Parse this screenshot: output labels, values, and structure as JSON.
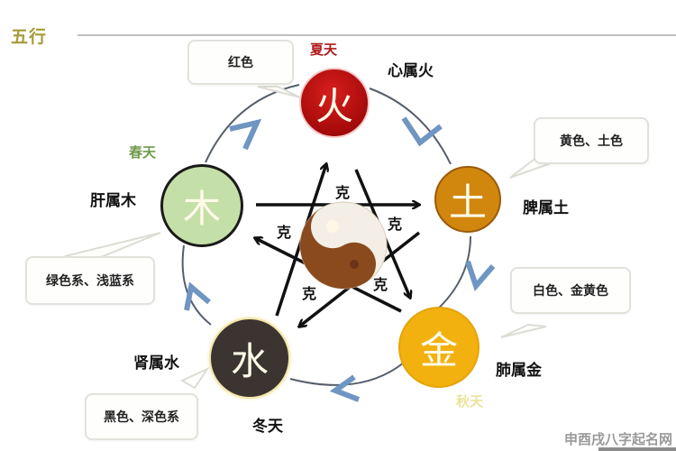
{
  "title": "五行",
  "watermark": "申酉戌八字起名网",
  "center_symbol": "yin-yang-icon",
  "overcome_label": "克",
  "colors": {
    "fire": "#b30d0d",
    "earth": "#d1870e",
    "metal": "#f2b10f",
    "water": "#3b3431",
    "wood": "#c5dfa8",
    "cycle_arrow": "#6f95c2",
    "title": "#a79a3a"
  },
  "elements": {
    "fire": {
      "char": "火",
      "organ": "心属火",
      "season": "夏天",
      "callout": "红色"
    },
    "earth": {
      "char": "土",
      "organ": "脾属土",
      "season": "",
      "callout": "黄色、土色"
    },
    "metal": {
      "char": "金",
      "organ": "肺属金",
      "season": "秋天",
      "callout": "白色、金黄色"
    },
    "water": {
      "char": "水",
      "organ": "肾属水",
      "season": "冬天",
      "callout": "黑色、深色系"
    },
    "wood": {
      "char": "木",
      "organ": "肝属木",
      "season": "春天",
      "callout": "绿色系、浅蓝系"
    }
  },
  "overcome_labels": [
    "克",
    "克",
    "克",
    "克",
    "克"
  ]
}
